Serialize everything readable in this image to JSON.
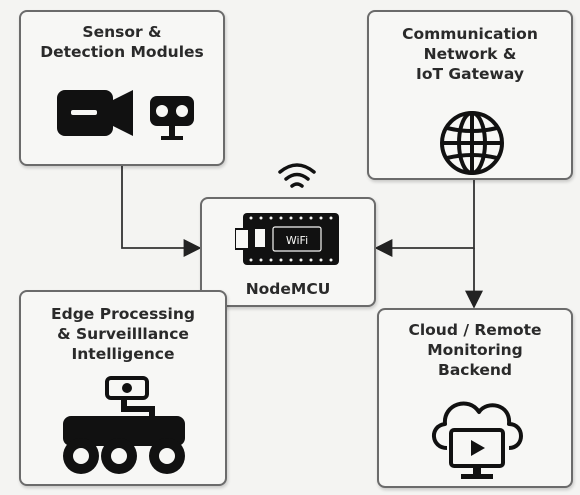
{
  "nodes": {
    "sensor": {
      "label": "Sensor &\nDetection Modules"
    },
    "network": {
      "label": "Communication\nNetwork &\nIoT Gateway"
    },
    "nodemcu": {
      "label": "NodeMCU",
      "chip_text": "WiFi"
    },
    "edge": {
      "label": "Edge Processing\n& Surveilllance\nIntelligence"
    },
    "cloud": {
      "label": "Cloud / Remote\nMonitoring\nBackend"
    }
  },
  "icons": {
    "sensor": [
      "camera-icon",
      "robot-eyes-icon"
    ],
    "network": "globe-icon",
    "nodemcu": [
      "wifi-signal-icon",
      "nodemcu-board-icon"
    ],
    "edge": "surveillance-robot-icon",
    "cloud": "cloud-monitor-icon"
  },
  "edges": [
    {
      "from": "sensor",
      "to": "nodemcu"
    },
    {
      "from": "network",
      "to": "nodemcu"
    },
    {
      "from": "network",
      "to": "cloud"
    }
  ],
  "colors": {
    "border": "#6b6b6b",
    "icon": "#111111",
    "background": "#f4f4f2"
  }
}
